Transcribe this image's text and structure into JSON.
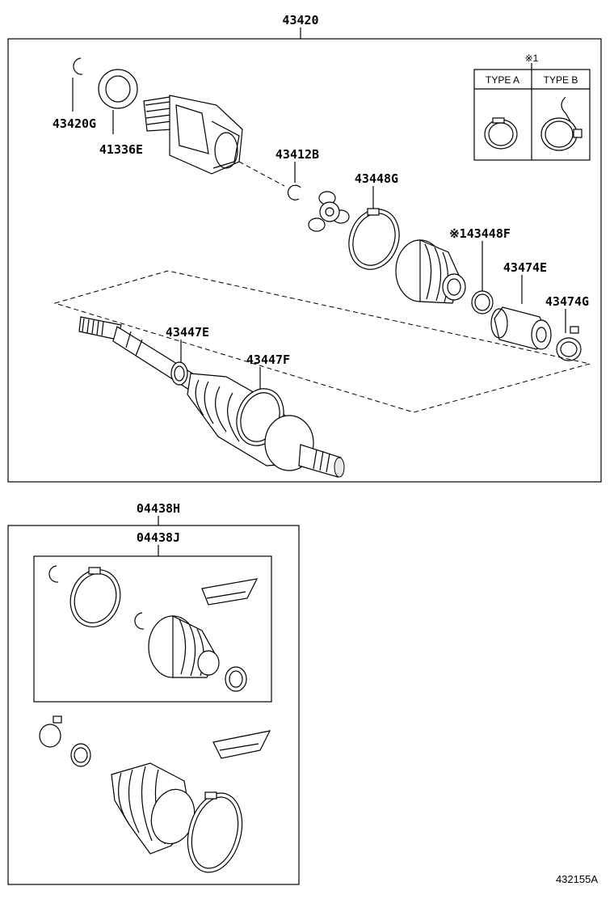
{
  "labels": {
    "assembly": "43420",
    "p_43420G": "43420G",
    "p_41336E": "41336E",
    "p_43412B": "43412B",
    "p_43448G": "43448G",
    "p_43448F": "※143448F",
    "p_43474E": "43474E",
    "p_43474G": "43474G",
    "p_43447E": "43447E",
    "p_43447F": "43447F",
    "kit_h": "04438H",
    "kit_j": "04438J",
    "note_mark": "※1",
    "type_a": "TYPE A",
    "type_b": "TYPE B",
    "figure_id": "432155A"
  }
}
